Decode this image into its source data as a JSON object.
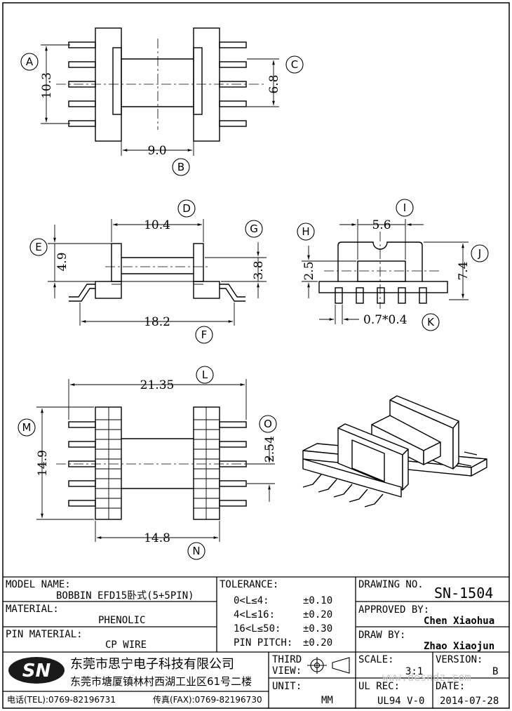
{
  "dimensions": {
    "a": "10.3",
    "c": "6.8",
    "b": "9.0",
    "d": "10.4",
    "e": "4.9",
    "g": "3.8",
    "f": "18.2",
    "i": "5.6",
    "h": "2.5",
    "j": "7.4",
    "k": "0.7*0.4",
    "l": "21.35",
    "m": "14.9",
    "o": "2.54",
    "n": "14.8"
  },
  "callouts": [
    "A",
    "B",
    "C",
    "D",
    "E",
    "F",
    "G",
    "H",
    "I",
    "J",
    "K",
    "L",
    "M",
    "N",
    "O"
  ],
  "title_block": {
    "model_label": "MODEL NAME:",
    "model_value": "BOBBIN EFD15卧式(5+5PIN)",
    "material_label": "MATERIAL:",
    "material_value": "PHENOLIC",
    "pin_material_label": "PIN MATERIAL:",
    "pin_material_value": "CP WIRE",
    "tolerance_label": "TOLERANCE:",
    "tolerance_rows": [
      {
        "range": "0<L≤4:",
        "value": "±0.10"
      },
      {
        "range": "4<L≤16:",
        "value": "±0.20"
      },
      {
        "range": "16<L≤50:",
        "value": "±0.30"
      },
      {
        "range": "PIN PITCH:",
        "value": "±0.20"
      }
    ],
    "drawing_no_label": "DRAWING NO.",
    "drawing_no_value": "SN-1504",
    "approved_label": "APPROVED BY:",
    "approved_value": "Chen Xiaohua",
    "draw_label": "DRAW BY:",
    "draw_value": "Zhao Xiaojun",
    "logo_text": "SN",
    "company_name": "东莞市思宁电子科技有限公司",
    "company_address": "东莞市塘厦镇林村西湖工业区61号二楼",
    "phone": "电话(TEL):0769-82196731",
    "fax": "传真(FAX):0769-82196730",
    "third_view_label_1": "THIRD",
    "third_view_label_2": "VIEW:",
    "unit_label": "UNIT:",
    "unit_value": "MM",
    "scale_label": "SCALE:",
    "scale_value": "3:1",
    "version_label": "VERSION:",
    "version_value": "B",
    "ul_label": "UL REC:",
    "ul_value": "UL94 V-0",
    "date_label": "DATE:",
    "date_value": "2014-07-28",
    "watermark": "www.desndz.com"
  }
}
